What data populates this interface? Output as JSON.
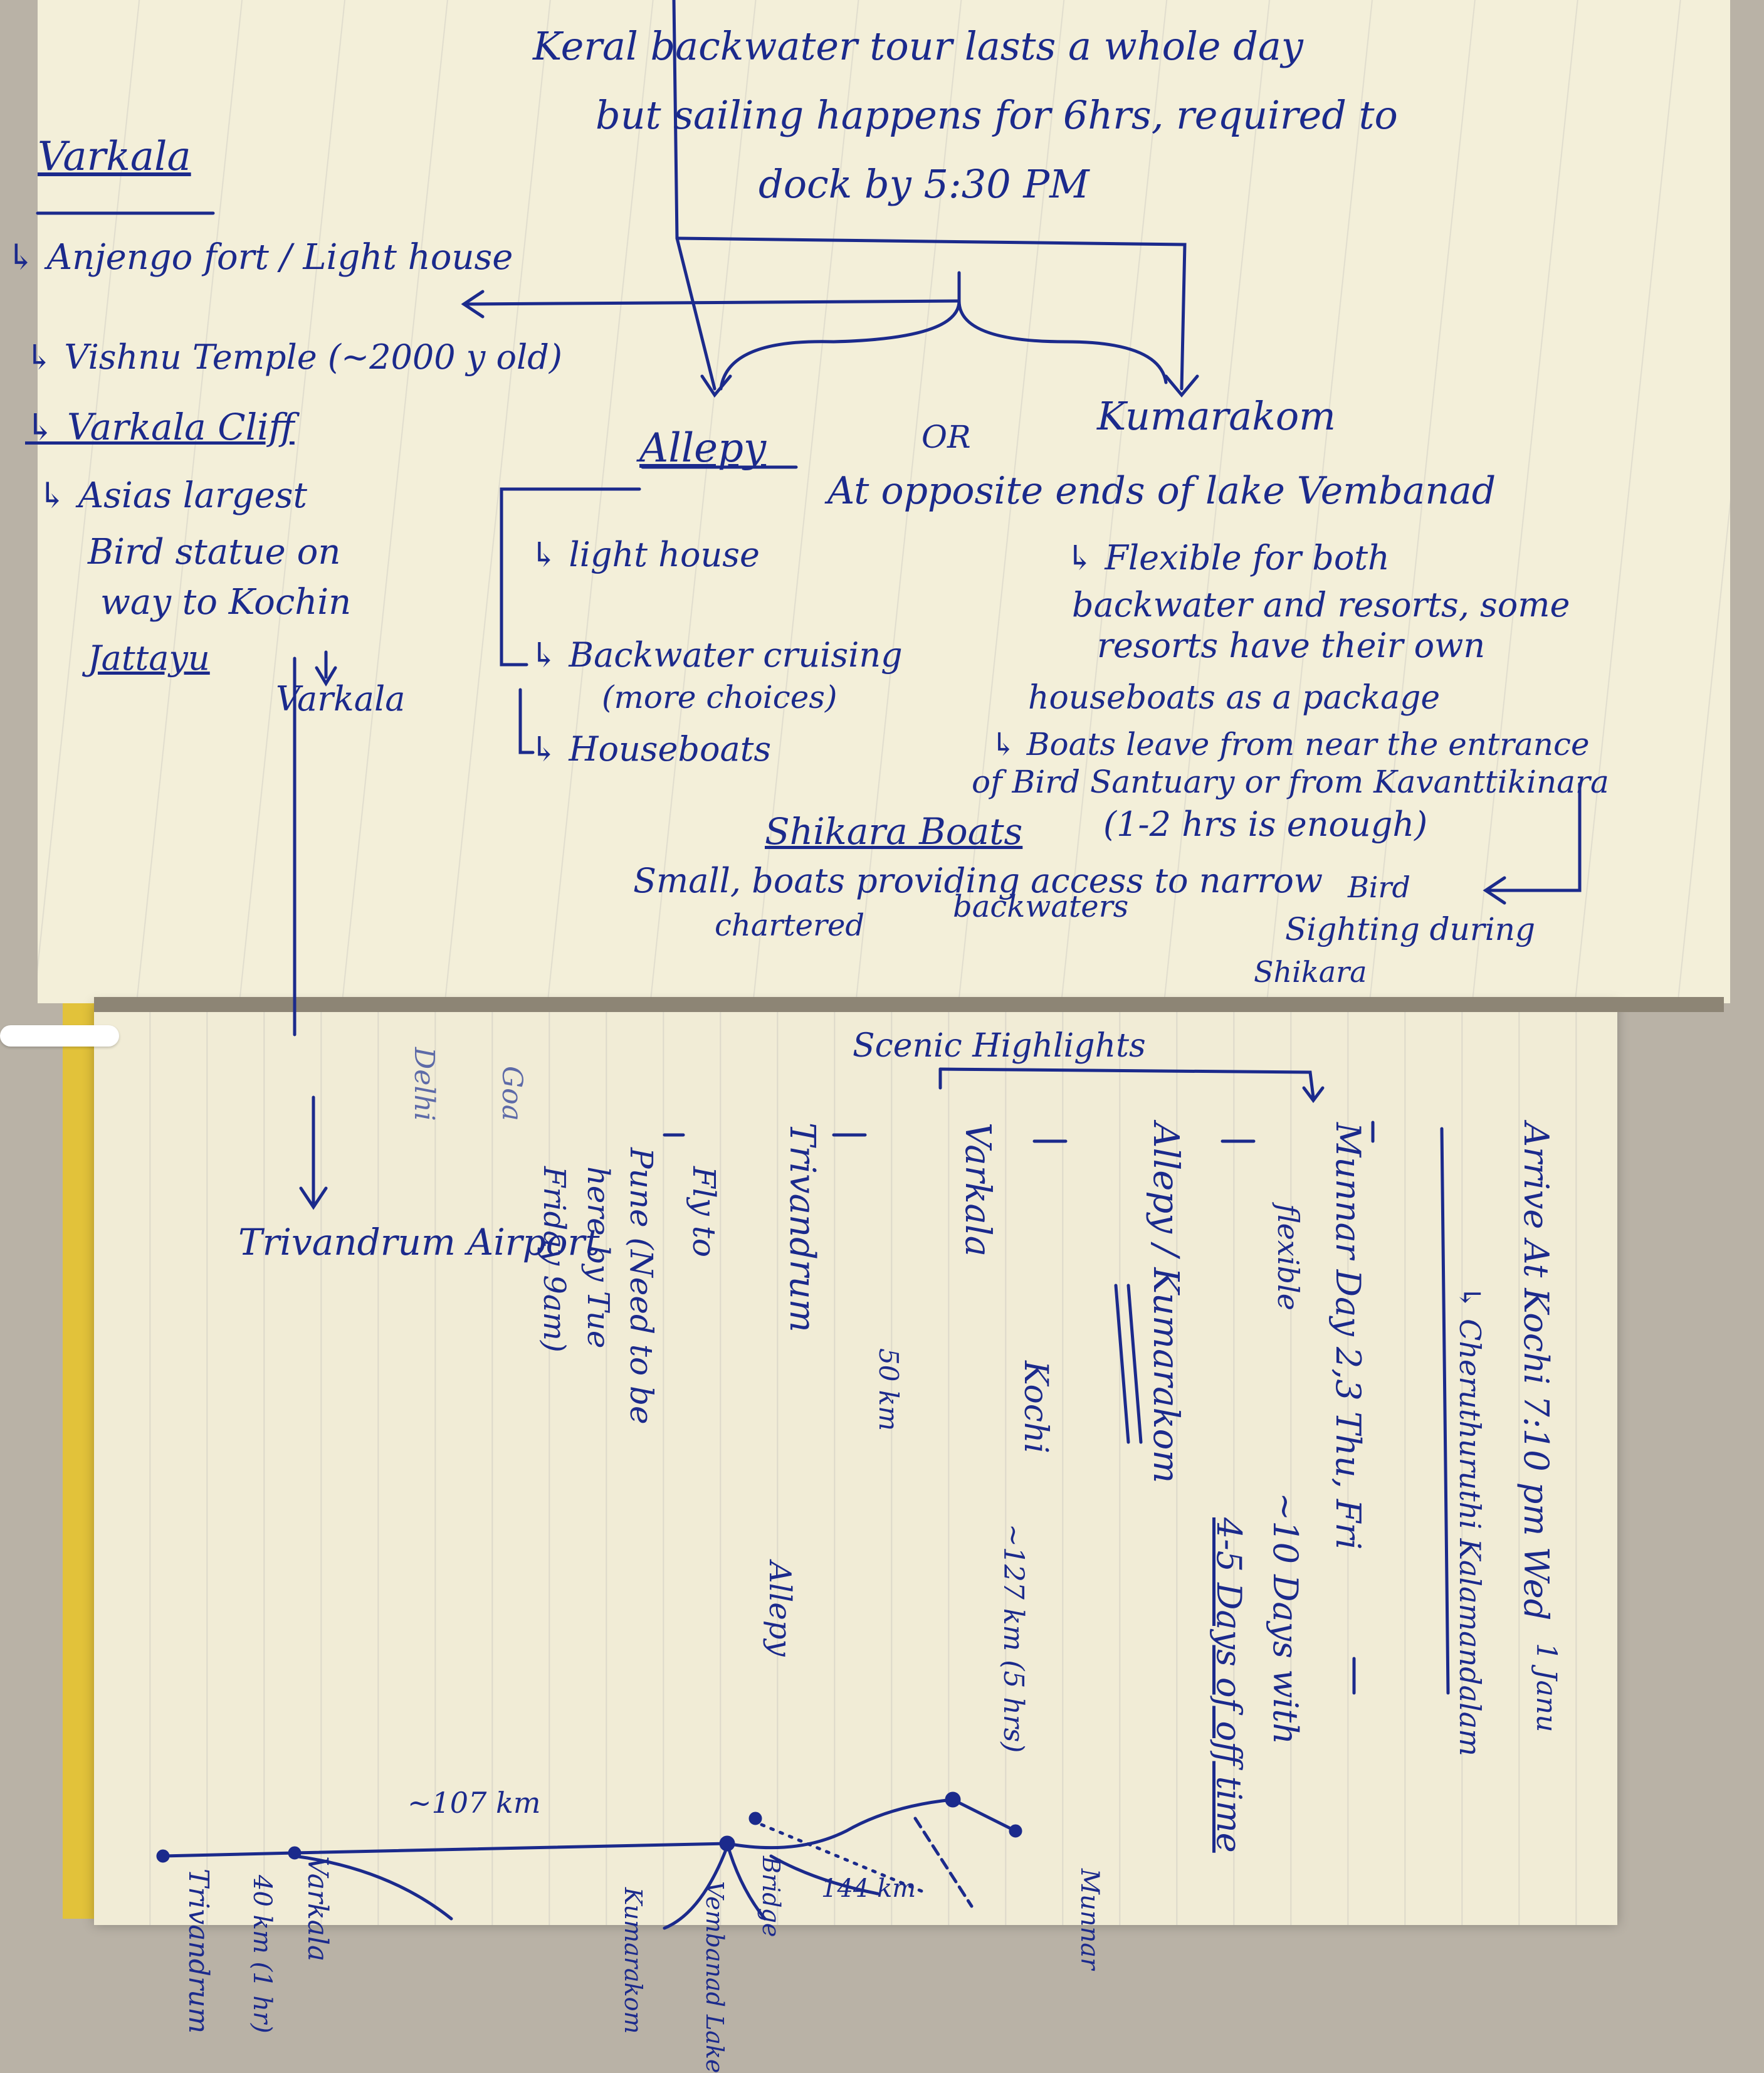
{
  "top_page": {
    "heading_varkala": "Varkala",
    "list_items": [
      "↳ Anjengo fort / Light house",
      "↳ Vishnu Temple (~2000 y old)",
      "↳ Varkala Cliff",
      "↳ Asias largest",
      "Bird statue on",
      "way to Kochin",
      "Jattayu"
    ],
    "varkala_arrow_label": "Varkala",
    "tour_note": [
      "Keral backwater tour lasts a whole day",
      "but sailing happens for 6hrs, required to",
      "dock by 5:30 PM"
    ],
    "allepy": "Allepy",
    "or": "OR",
    "kumarakom": "Kumarakom",
    "opposite_ends": "At opposite ends of lake Vembanad",
    "allepy_items": [
      "↳ light house",
      "↳ Backwater cruising",
      "(more choices)",
      "↳ Houseboats"
    ],
    "kumarakom_notes": [
      "↳ Flexible for both",
      "backwater and resorts, some",
      "resorts have their own",
      "houseboats as a package",
      "↳ Boats leave from near the entrance",
      "of Bird Santuary or from Kavanttikinara"
    ],
    "shikara_heading": "Shikara Boats",
    "shikara_duration": "(1-2 hrs is enough)",
    "shikara_desc": "Small, boats providing access to narrow",
    "shikara_desc2": "chartered",
    "shikara_desc3": "backwaters",
    "bird_sighting": [
      "Bird",
      "Sighting during",
      "Shikara"
    ]
  },
  "bottom_page": {
    "scenic_highlights": "Scenic Highlights",
    "itinerary_lines": [
      "Arrive At Kochi 7:10 pm Wed",
      "↳ Cheruthuruthi Kalamandalam",
      "Munnar Day 2,3 Thu, Fri",
      "flexible",
      "~10 Days with",
      "4-5 Days of off time",
      "Allepy / Kumarakom",
      "Varkala",
      "Trivandrum",
      "Fly to",
      "Pune (Need to be",
      "here by Tue",
      "Friday 9am)",
      "Delhi",
      "Goa",
      "1 Janu",
      "Kochi"
    ],
    "trivandrum_airport": "Trivandrum Airport",
    "map_labels": {
      "distance_107": "~107 km",
      "distance_50": "50 km",
      "distance_144": "144 km",
      "kochi_distance": "~127 km (5 hrs)",
      "varkala": "Varkala",
      "varkala_distance": "40 km (1 hr)",
      "trivandrum": "Trivandrum",
      "allepy": "Allepy",
      "bridge": "Bridge",
      "vembanad_lake": "Vembanad Lake",
      "kumarakom": "Kumarakom",
      "munnar": "Munnar"
    }
  },
  "colors": {
    "ink": "#1b2a8c",
    "paper": "#f3efd9"
  }
}
